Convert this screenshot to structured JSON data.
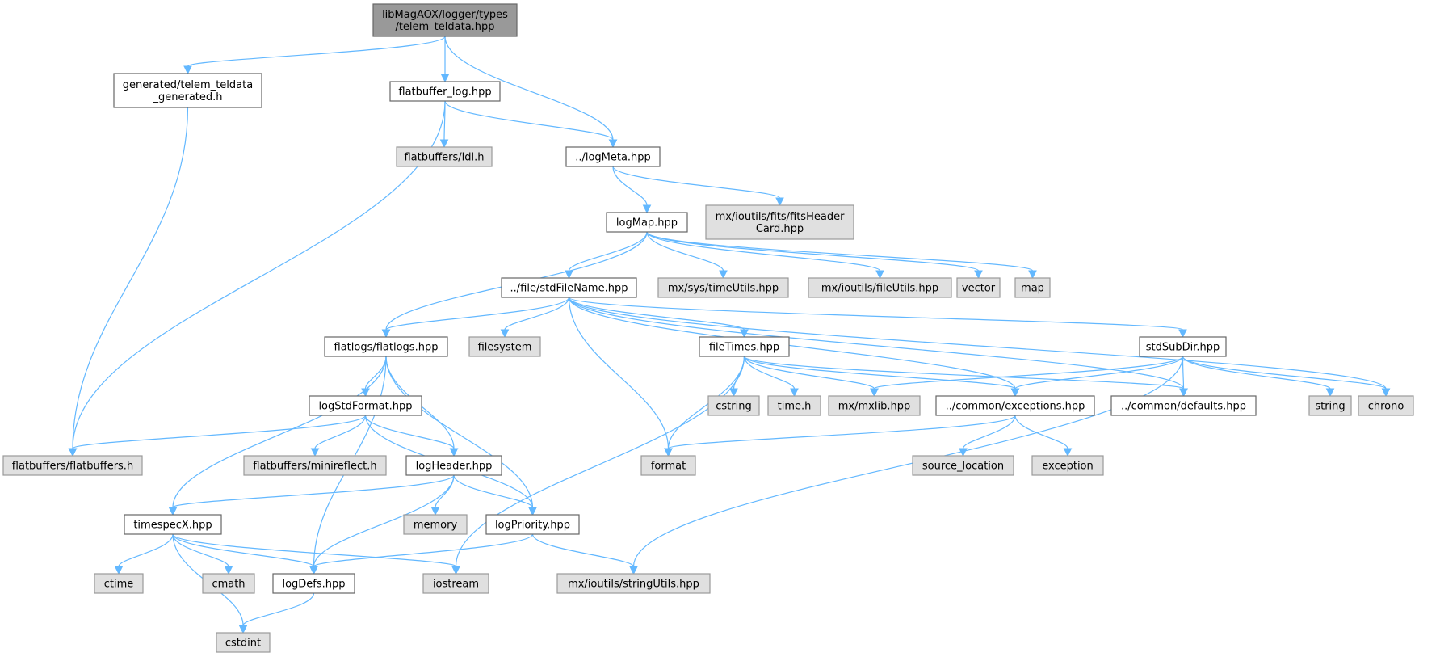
{
  "diagram": {
    "title": "Include dependency graph for telem_teldata.hpp",
    "colors": {
      "edge": "#63b8ff",
      "root_fill": "#999999",
      "system_fill": "#e0e0e0",
      "local_fill": "#ffffff"
    },
    "nodes": [
      {
        "id": "root",
        "kind": "root",
        "lines": [
          "libMagAOX/logger/types",
          "/telem_teldata.hpp"
        ]
      },
      {
        "id": "gen",
        "kind": "local",
        "lines": [
          "generated/telem_teldata",
          "_generated.h"
        ]
      },
      {
        "id": "fblog",
        "kind": "local",
        "lines": [
          "flatbuffer_log.hpp"
        ]
      },
      {
        "id": "idl",
        "kind": "system",
        "lines": [
          "flatbuffers/idl.h"
        ]
      },
      {
        "id": "logmeta",
        "kind": "local",
        "lines": [
          "../logMeta.hpp"
        ]
      },
      {
        "id": "logmap",
        "kind": "local",
        "lines": [
          "logMap.hpp"
        ]
      },
      {
        "id": "fitshdr",
        "kind": "system",
        "lines": [
          "mx/ioutils/fits/fitsHeader",
          "Card.hpp"
        ]
      },
      {
        "id": "stdfn",
        "kind": "local",
        "lines": [
          "../file/stdFileName.hpp"
        ]
      },
      {
        "id": "timeutils",
        "kind": "system",
        "lines": [
          "mx/sys/timeUtils.hpp"
        ]
      },
      {
        "id": "fileutils",
        "kind": "system",
        "lines": [
          "mx/ioutils/fileUtils.hpp"
        ]
      },
      {
        "id": "vector",
        "kind": "system",
        "lines": [
          "vector"
        ]
      },
      {
        "id": "map",
        "kind": "system",
        "lines": [
          "map"
        ]
      },
      {
        "id": "flatlogs",
        "kind": "local",
        "lines": [
          "flatlogs/flatlogs.hpp"
        ]
      },
      {
        "id": "filesystem",
        "kind": "system",
        "lines": [
          "filesystem"
        ]
      },
      {
        "id": "filetimes",
        "kind": "local",
        "lines": [
          "fileTimes.hpp"
        ]
      },
      {
        "id": "stdsubdir",
        "kind": "local",
        "lines": [
          "stdSubDir.hpp"
        ]
      },
      {
        "id": "logstdfmt",
        "kind": "local",
        "lines": [
          "logStdFormat.hpp"
        ]
      },
      {
        "id": "cstring",
        "kind": "system",
        "lines": [
          "cstring"
        ]
      },
      {
        "id": "timeh",
        "kind": "system",
        "lines": [
          "time.h"
        ]
      },
      {
        "id": "mxlib",
        "kind": "system",
        "lines": [
          "mx/mxlib.hpp"
        ]
      },
      {
        "id": "exceptions",
        "kind": "local",
        "lines": [
          "../common/exceptions.hpp"
        ]
      },
      {
        "id": "defaults",
        "kind": "local",
        "lines": [
          "../common/defaults.hpp"
        ]
      },
      {
        "id": "string",
        "kind": "system",
        "lines": [
          "string"
        ]
      },
      {
        "id": "chrono",
        "kind": "system",
        "lines": [
          "chrono"
        ]
      },
      {
        "id": "fbuffers",
        "kind": "system",
        "lines": [
          "flatbuffers/flatbuffers.h"
        ]
      },
      {
        "id": "minireflect",
        "kind": "system",
        "lines": [
          "flatbuffers/minireflect.h"
        ]
      },
      {
        "id": "logheader",
        "kind": "local",
        "lines": [
          "logHeader.hpp"
        ]
      },
      {
        "id": "format",
        "kind": "system",
        "lines": [
          "format"
        ]
      },
      {
        "id": "srcloc",
        "kind": "system",
        "lines": [
          "source_location"
        ]
      },
      {
        "id": "exception",
        "kind": "system",
        "lines": [
          "exception"
        ]
      },
      {
        "id": "timespecx",
        "kind": "local",
        "lines": [
          "timespecX.hpp"
        ]
      },
      {
        "id": "memory",
        "kind": "system",
        "lines": [
          "memory"
        ]
      },
      {
        "id": "logpriority",
        "kind": "local",
        "lines": [
          "logPriority.hpp"
        ]
      },
      {
        "id": "ctime",
        "kind": "system",
        "lines": [
          "ctime"
        ]
      },
      {
        "id": "cmath",
        "kind": "system",
        "lines": [
          "cmath"
        ]
      },
      {
        "id": "logdefs",
        "kind": "local",
        "lines": [
          "logDefs.hpp"
        ]
      },
      {
        "id": "iostream",
        "kind": "system",
        "lines": [
          "iostream"
        ]
      },
      {
        "id": "stringutils",
        "kind": "system",
        "lines": [
          "mx/ioutils/stringUtils.hpp"
        ]
      },
      {
        "id": "cstdint",
        "kind": "system",
        "lines": [
          "cstdint"
        ]
      }
    ],
    "edges": [
      [
        "root",
        "gen"
      ],
      [
        "root",
        "fblog"
      ],
      [
        "root",
        "logmeta"
      ],
      [
        "gen",
        "fbuffers"
      ],
      [
        "fblog",
        "fbuffers"
      ],
      [
        "fblog",
        "idl"
      ],
      [
        "fblog",
        "logmeta"
      ],
      [
        "logmeta",
        "logmap"
      ],
      [
        "logmeta",
        "fitshdr"
      ],
      [
        "logmap",
        "flatlogs"
      ],
      [
        "logmap",
        "stdfn"
      ],
      [
        "logmap",
        "timeutils"
      ],
      [
        "logmap",
        "fileutils"
      ],
      [
        "logmap",
        "vector"
      ],
      [
        "logmap",
        "map"
      ],
      [
        "stdfn",
        "flatlogs"
      ],
      [
        "stdfn",
        "filesystem"
      ],
      [
        "stdfn",
        "format"
      ],
      [
        "stdfn",
        "filetimes"
      ],
      [
        "stdfn",
        "stdsubdir"
      ],
      [
        "stdfn",
        "exceptions"
      ],
      [
        "stdfn",
        "defaults"
      ],
      [
        "stdfn",
        "chrono"
      ],
      [
        "flatlogs",
        "logstdfmt"
      ],
      [
        "flatlogs",
        "logheader"
      ],
      [
        "flatlogs",
        "logpriority"
      ],
      [
        "flatlogs",
        "timespecx"
      ],
      [
        "flatlogs",
        "logdefs"
      ],
      [
        "filetimes",
        "cstring"
      ],
      [
        "filetimes",
        "timeh"
      ],
      [
        "filetimes",
        "mxlib"
      ],
      [
        "filetimes",
        "exceptions"
      ],
      [
        "filetimes",
        "defaults"
      ],
      [
        "filetimes",
        "format"
      ],
      [
        "filetimes",
        "iostream"
      ],
      [
        "stdsubdir",
        "mxlib"
      ],
      [
        "stdsubdir",
        "exceptions"
      ],
      [
        "stdsubdir",
        "defaults"
      ],
      [
        "stdsubdir",
        "string"
      ],
      [
        "stdsubdir",
        "chrono"
      ],
      [
        "stdsubdir",
        "stringutils"
      ],
      [
        "logstdfmt",
        "fbuffers"
      ],
      [
        "logstdfmt",
        "minireflect"
      ],
      [
        "logstdfmt",
        "logheader"
      ],
      [
        "logstdfmt",
        "logpriority"
      ],
      [
        "exceptions",
        "format"
      ],
      [
        "exceptions",
        "srcloc"
      ],
      [
        "exceptions",
        "exception"
      ],
      [
        "logheader",
        "timespecx"
      ],
      [
        "logheader",
        "memory"
      ],
      [
        "logheader",
        "logpriority"
      ],
      [
        "logheader",
        "logdefs"
      ],
      [
        "timespecx",
        "ctime"
      ],
      [
        "timespecx",
        "cmath"
      ],
      [
        "timespecx",
        "logdefs"
      ],
      [
        "timespecx",
        "iostream"
      ],
      [
        "timespecx",
        "cstdint"
      ],
      [
        "logpriority",
        "logdefs"
      ],
      [
        "logpriority",
        "stringutils"
      ],
      [
        "logdefs",
        "cstdint"
      ]
    ]
  }
}
